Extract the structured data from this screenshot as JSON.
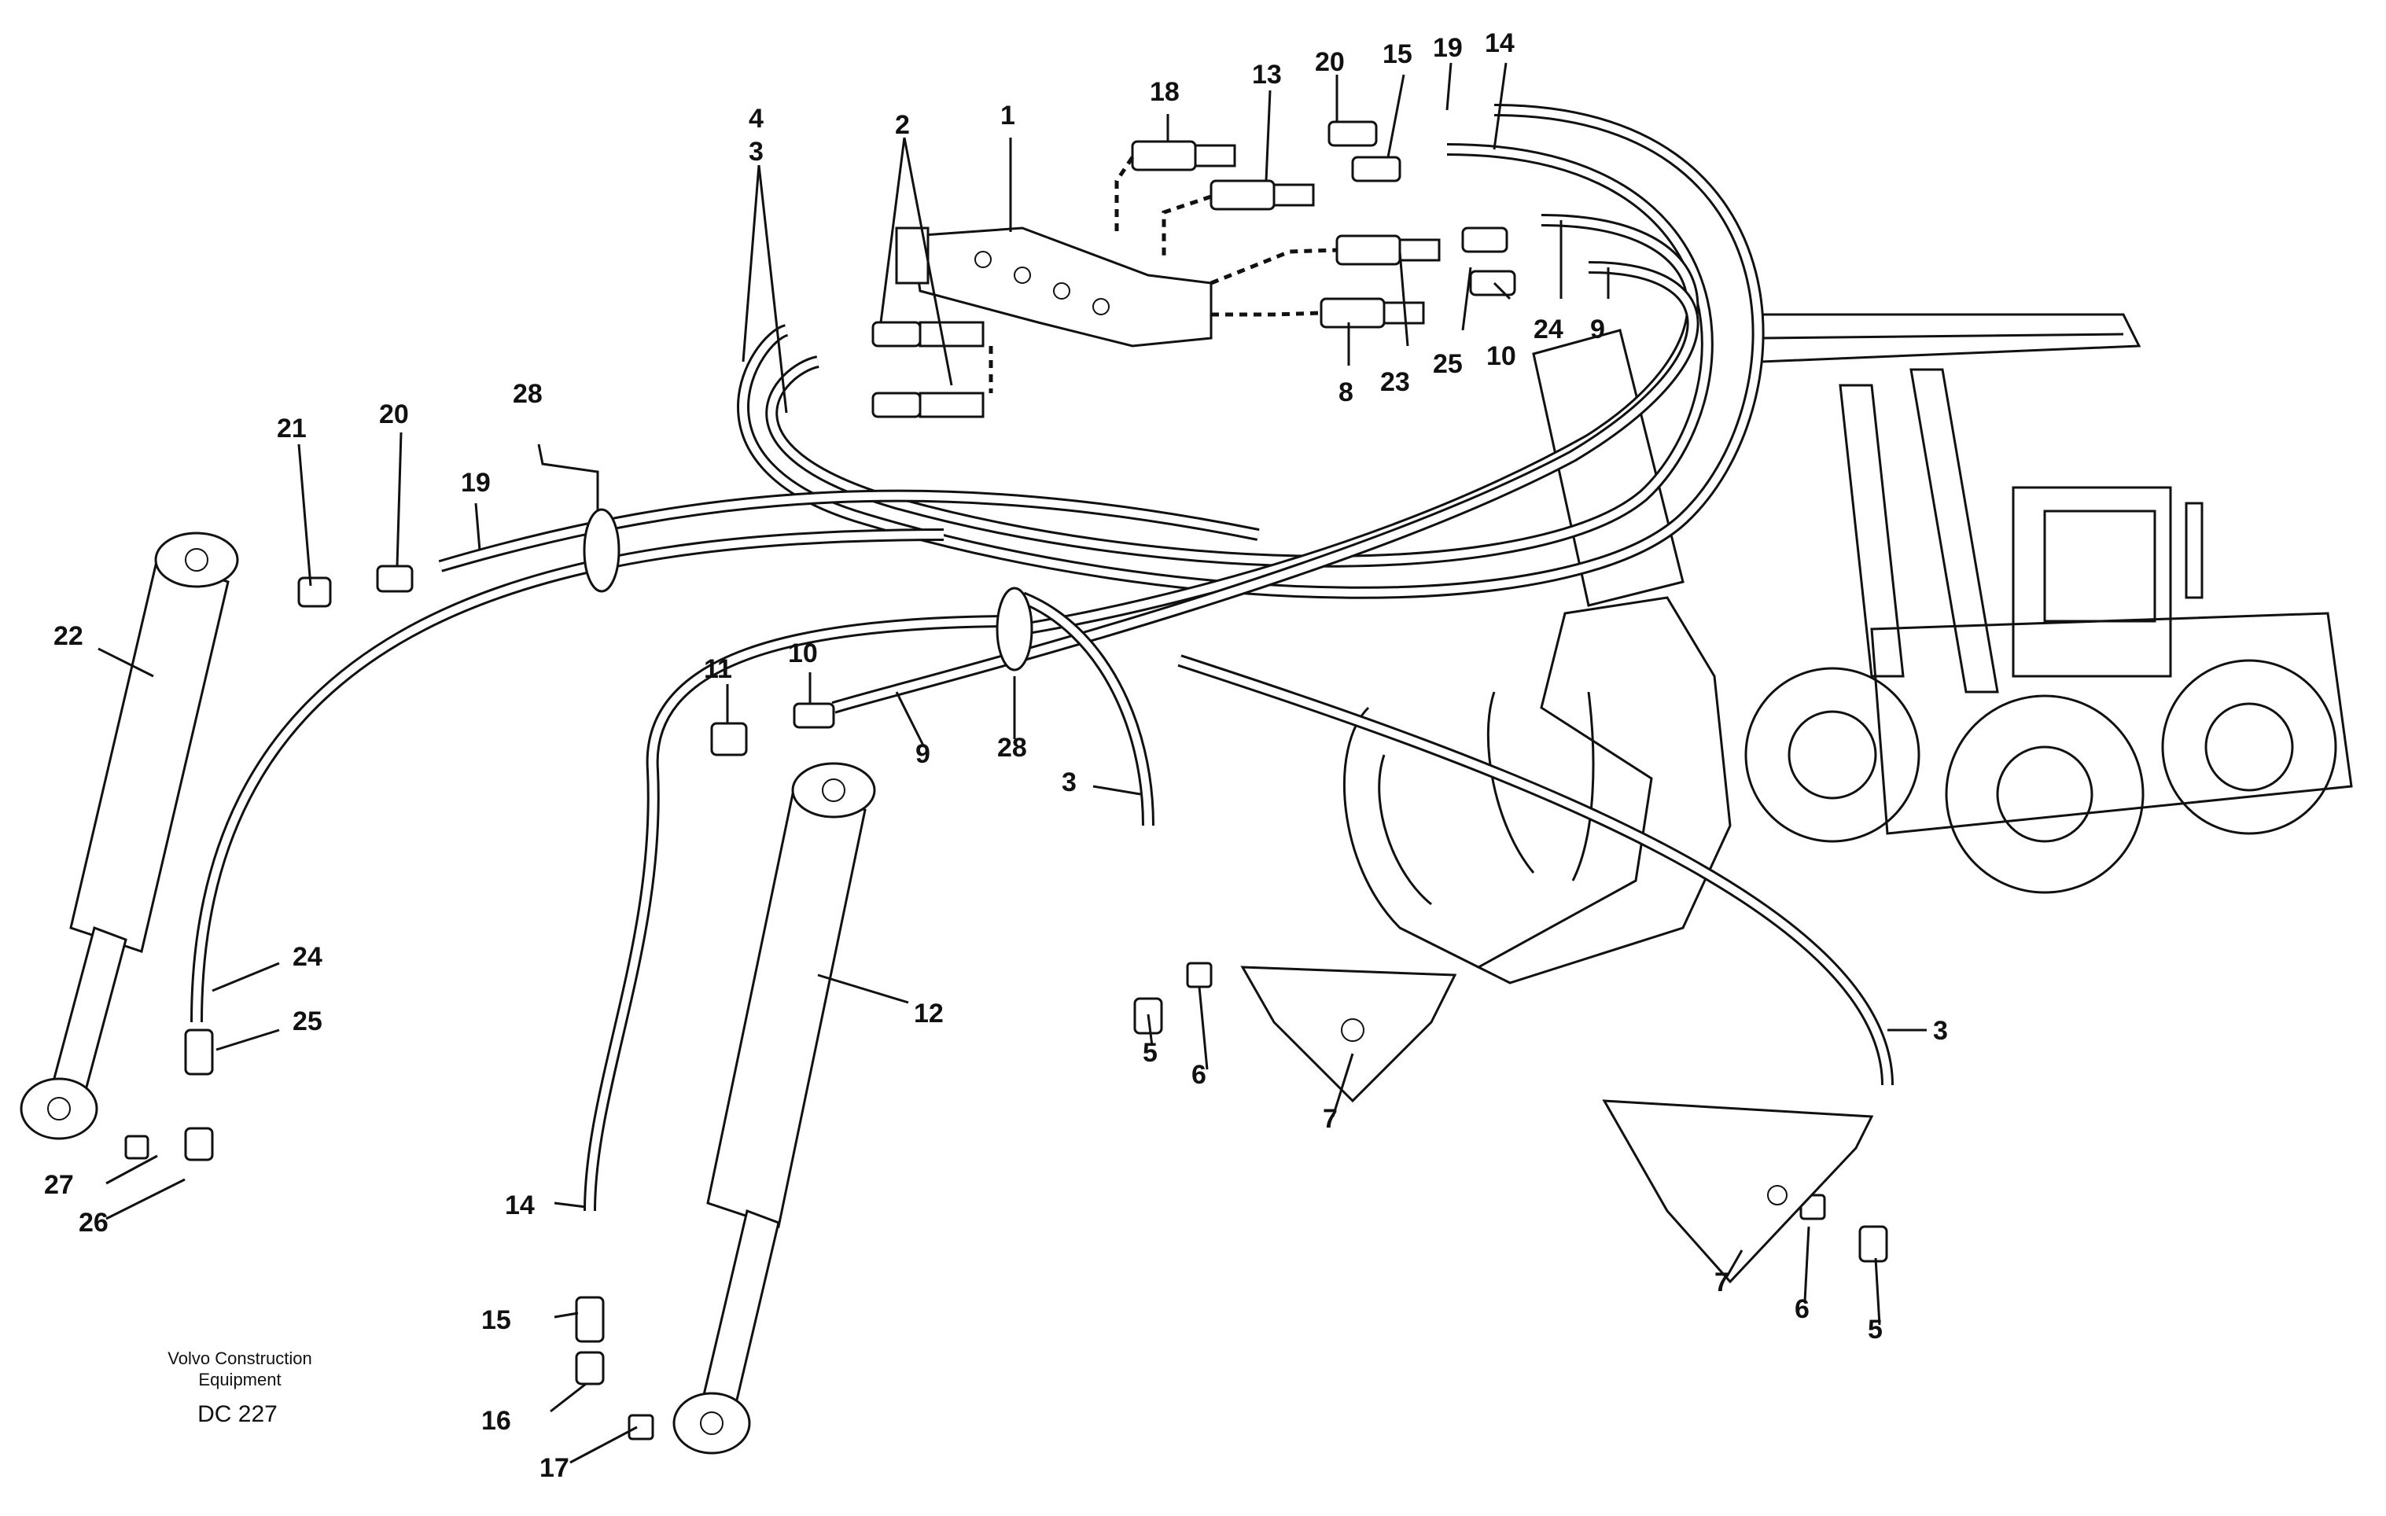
{
  "credit": {
    "line1": "Volvo Construction",
    "line2": "Equipment",
    "code": "DC 227"
  },
  "callouts": [
    "1",
    "2",
    "3",
    "4",
    "5",
    "6",
    "7",
    "8",
    "9",
    "10",
    "11",
    "12",
    "13",
    "14",
    "15",
    "16",
    "17",
    "18",
    "19",
    "20",
    "21",
    "22",
    "23",
    "24",
    "25",
    "26",
    "27",
    "28"
  ]
}
